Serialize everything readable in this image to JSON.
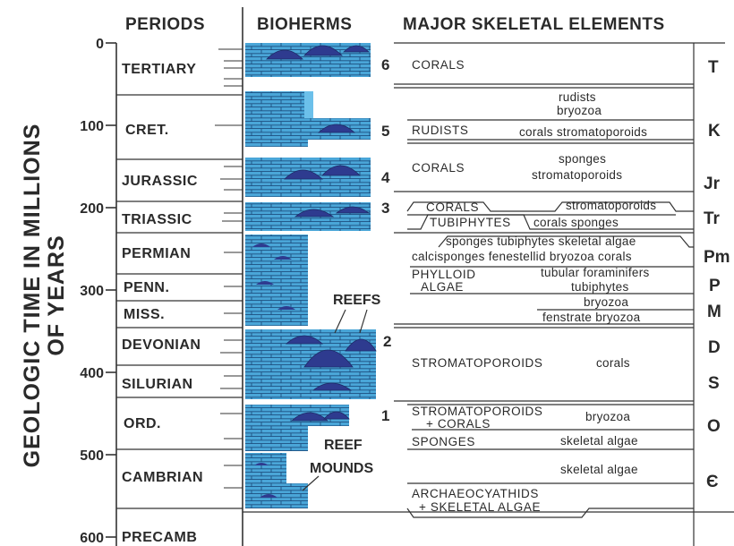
{
  "headers": {
    "periods": "PERIODS",
    "bioherms": "BIOHERMS",
    "elements": "MAJOR SKELETAL ELEMENTS"
  },
  "y_axis": {
    "title_line1": "GEOLOGIC TIME IN MILLIONS",
    "title_line2": "OF YEARS",
    "ticks": [
      "0",
      "100",
      "200",
      "300",
      "400",
      "500",
      "600"
    ]
  },
  "periods": [
    {
      "name": "TERTIARY",
      "symbol": "T"
    },
    {
      "name": "CRET.",
      "symbol": "K"
    },
    {
      "name": "JURASSIC",
      "symbol": "Jr"
    },
    {
      "name": "TRIASSIC",
      "symbol": "Tr"
    },
    {
      "name": "PERMIAN",
      "symbol": "Pm"
    },
    {
      "name": "PENN.",
      "symbol": "P"
    },
    {
      "name": "MISS.",
      "symbol": "M"
    },
    {
      "name": "DEVONIAN",
      "symbol": "D"
    },
    {
      "name": "SILURIAN",
      "symbol": "S"
    },
    {
      "name": "ORD.",
      "symbol": "O"
    },
    {
      "name": "CAMBRIAN",
      "symbol": "Є"
    },
    {
      "name": "PRECAMB",
      "symbol": ""
    }
  ],
  "bioherm_labels": {
    "n1": "1",
    "n2": "2",
    "n3": "3",
    "n4": "4",
    "n5": "5",
    "n6": "6",
    "reefs": "REEFS",
    "reef_mounds_1": "REEF",
    "reef_mounds_2": "MOUNDS"
  },
  "elements": {
    "t_corals": "CORALS",
    "k_rudists": "rudists",
    "k_bryozoa": "bryozoa",
    "k_rudists_caps": "RUDISTS",
    "k_corals_strom": "corals stromatoporoids",
    "j_corals": "CORALS",
    "j_sponges": "sponges",
    "j_strom": "stromatoporoids",
    "tr_corals": "CORALS",
    "tr_strom": "stromatoporoids",
    "tr_tubiphytes": "TUBIPHYTES",
    "tr_corals_sponges": "corals  sponges",
    "pm_line1": "sponges tubiphytes skeletal algae",
    "pm_line2": "calcisponges fenestellid bryozoa corals",
    "p_phylloid": "PHYLLOID",
    "p_algae": "ALGAE",
    "p_tubular": "tubular foraminifers",
    "p_tubiphytes": "tubiphytes",
    "m_bryozoa": "bryozoa",
    "m_fenstrate": "fenstrate bryozoa",
    "ds_strom": "STROMATOPOROIDS",
    "ds_corals": "corals",
    "o_strom": "STROMATOPOROIDS",
    "o_corals": "+   CORALS",
    "o_bryozoa": "bryozoa",
    "c_sponges": "SPONGES",
    "c_algae1": "skeletal algae",
    "c_algae2": "skeletal algae",
    "c_archaeo": "ARCHAEOCYATHIDS",
    "c_skeletal": "+ SKELETAL ALGAE"
  },
  "colors": {
    "bioherm_fill": "#4aa6d8",
    "bioherm_light": "#6cc0ea",
    "brick_line": "#1d4f80",
    "mound_fill": "#2e3b8f",
    "ink": "#2a2a2a"
  }
}
